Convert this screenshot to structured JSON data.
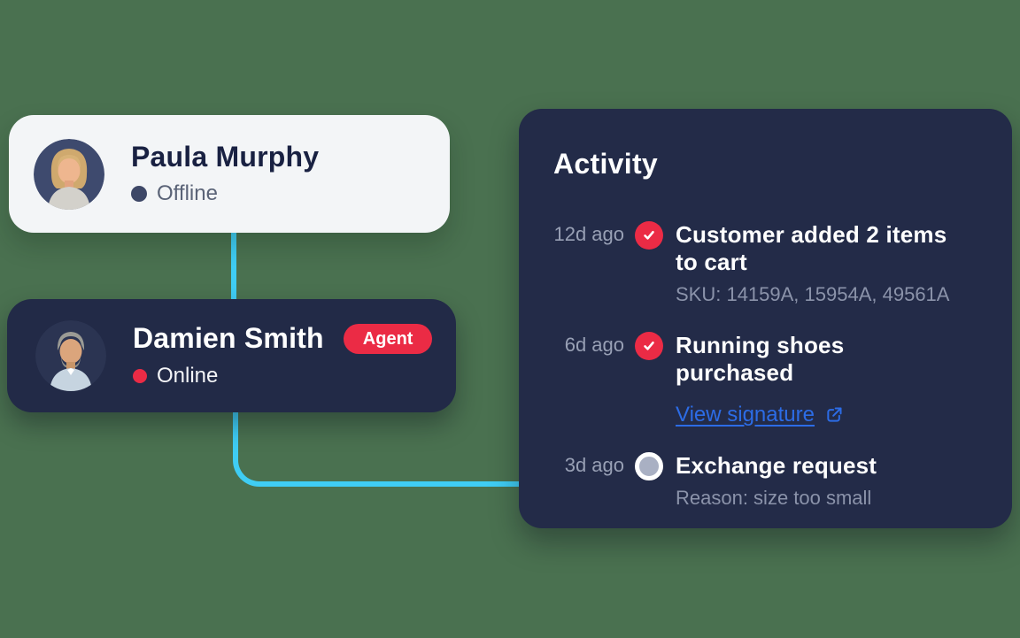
{
  "page": {
    "background_color": "#4a7150",
    "connector_color": "#3fcdf4",
    "accent_red": "#eb2b45",
    "link_blue": "#2c6ce6",
    "card_navy": "#232b48"
  },
  "customer_card": {
    "name": "Paula Murphy",
    "status_label": "Offline",
    "status_color": "#3d4767",
    "avatar": "female-customer-photo"
  },
  "agent_card": {
    "name": "Damien Smith",
    "badge_label": "Agent",
    "status_label": "Online",
    "status_color": "#eb2b45",
    "avatar": "male-agent-photo"
  },
  "activity_panel": {
    "title": "Activity",
    "items": [
      {
        "time": "12d ago",
        "state": "done",
        "title": "Customer added 2 items to cart",
        "subtitle": "SKU: 14159A, 15954A, 49561A"
      },
      {
        "time": "6d ago",
        "state": "done",
        "title": "Running shoes purchased",
        "link_label": "View signature"
      },
      {
        "time": "3d ago",
        "state": "pending",
        "title": "Exchange request",
        "subtitle": "Reason: size too small"
      }
    ]
  }
}
